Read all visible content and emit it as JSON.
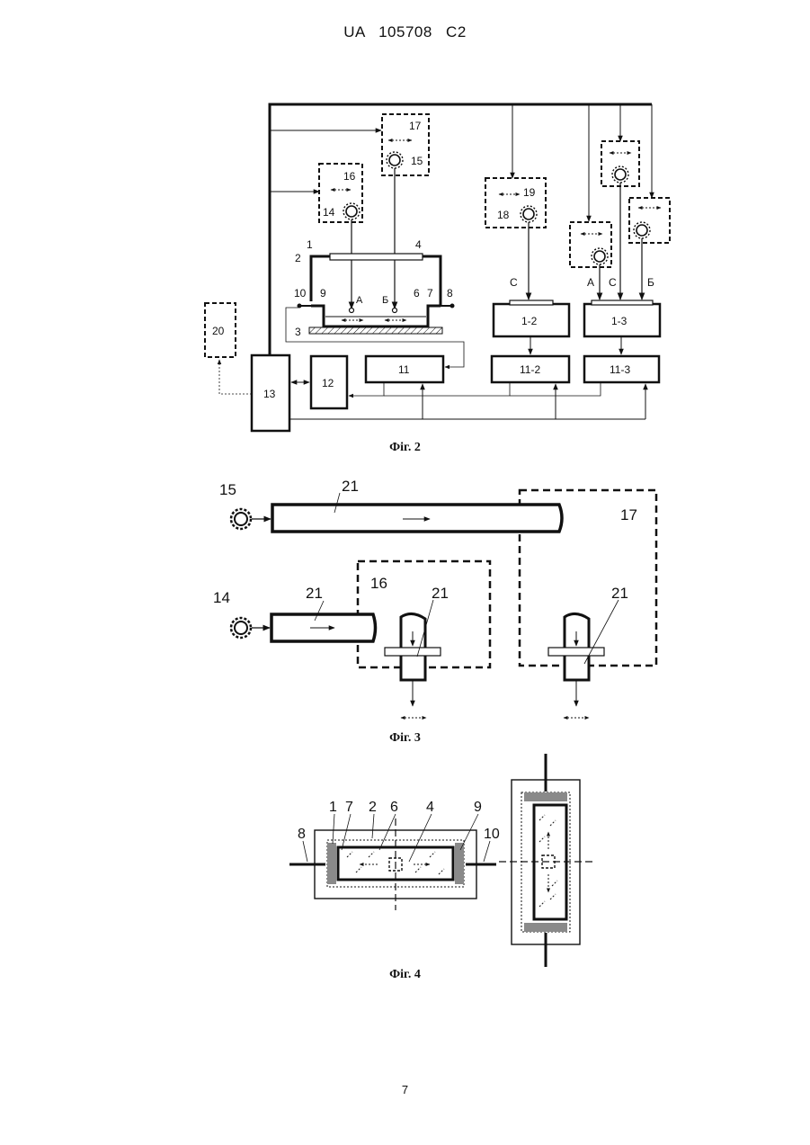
{
  "header": {
    "document_id": "UA   105708   C2"
  },
  "page_number": "7",
  "fig2": {
    "caption": "Фіг. 2",
    "labels": {
      "n1": "1",
      "n2": "2",
      "n3": "3",
      "n4": "4",
      "n6": "6",
      "n7": "7",
      "n8": "8",
      "n9": "9",
      "n10": "10",
      "n14": "14",
      "n15": "15",
      "n16": "16",
      "n17": "17",
      "n18": "18",
      "n19": "19",
      "n20": "20",
      "block11": "11",
      "block12": "12",
      "block13": "13",
      "block1_2": "1-2",
      "block1_3": "1-3",
      "block11_2": "11-2",
      "block11_3": "11-3",
      "pointA": "А",
      "pointB": "Б",
      "letterC": "С"
    }
  },
  "fig3": {
    "caption": "Фіг. 3",
    "labels": {
      "n14": "14",
      "n15": "15",
      "n16": "16",
      "n17": "17",
      "n21": "21"
    }
  },
  "fig4": {
    "caption": "Фіг. 4",
    "labels": {
      "n1": "1",
      "n7": "7",
      "n2": "2",
      "n6": "6",
      "n4": "4",
      "n9": "9",
      "n8": "8",
      "n10": "10"
    }
  }
}
